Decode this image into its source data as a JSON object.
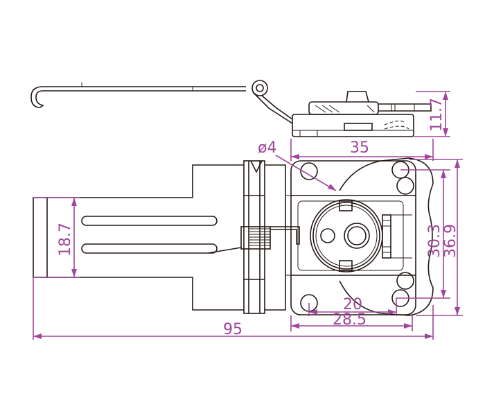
{
  "drawing": {
    "dimensions": {
      "hole_diameter": "ø4",
      "height_side": "11.7",
      "plate_width": "35",
      "strap_width": "18.7",
      "hole_spacing_vertical": "30.3",
      "plate_height": "36.9",
      "hole_spacing_horizontal": "20",
      "plate_length": "28.5",
      "overall_length": "95"
    },
    "colors": {
      "line": "#231815",
      "dimension": "#a0459a"
    }
  }
}
